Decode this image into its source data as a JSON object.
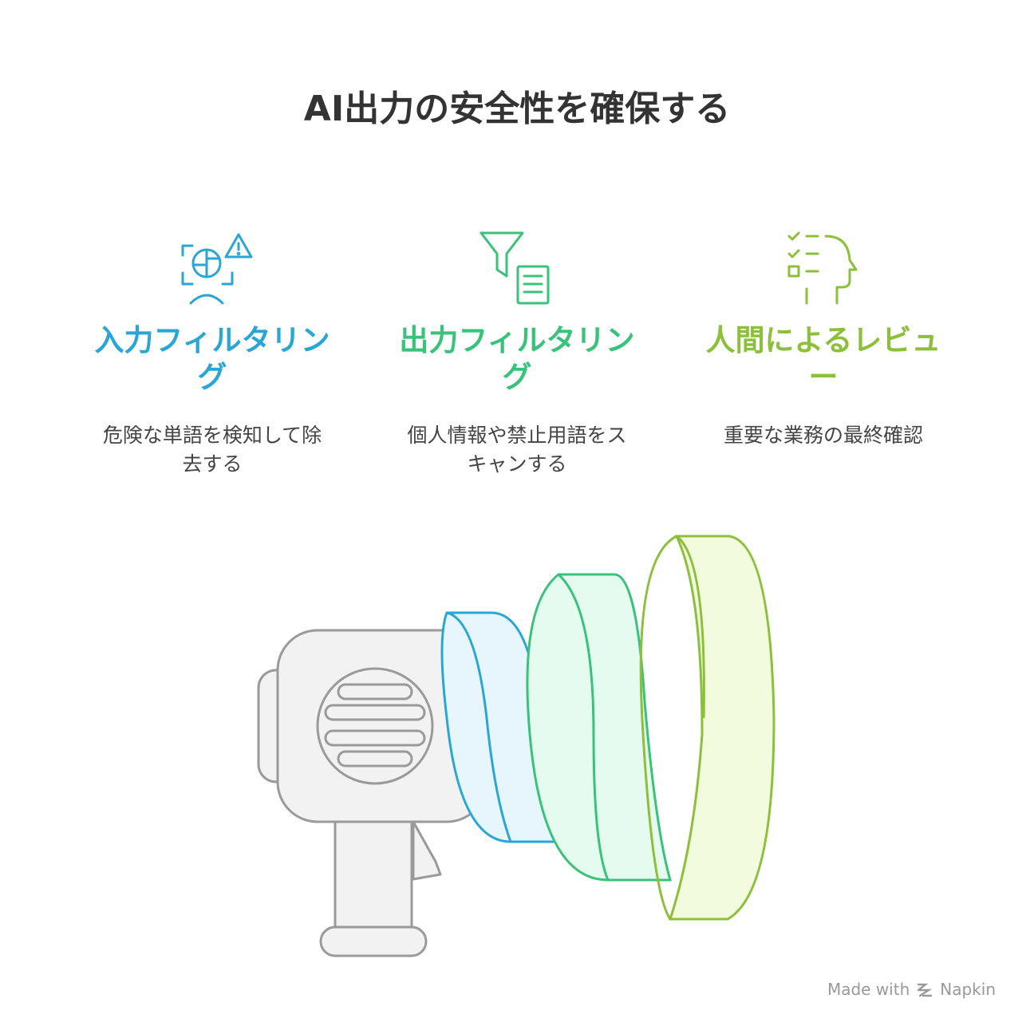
{
  "title": "AI出力の安全性を確保する",
  "colors": {
    "blue": "#2aa6d6",
    "green": "#38c27a",
    "lime": "#8cbf3a",
    "gray": "#9a9a9a"
  },
  "columns": [
    {
      "heading": "入力フィルタリング",
      "description": "危険な単語を検知して除去する",
      "icon": "face-scan-warning-icon",
      "color": "#2aa6d6"
    },
    {
      "heading": "出力フィルタリング",
      "description": "個人情報や禁止用語をスキャンする",
      "icon": "funnel-document-icon",
      "color": "#38c27a"
    },
    {
      "heading": "人間によるレビュー",
      "description": "重要な業務の最終確認",
      "icon": "checklist-head-icon",
      "color": "#8cbf3a"
    }
  ],
  "illustration": {
    "icon": "megaphone-icon",
    "waves": [
      "blue",
      "green",
      "lime"
    ]
  },
  "footer": {
    "made_with": "Made with",
    "brand": "Napkin",
    "icon": "napkin-logo-icon"
  }
}
